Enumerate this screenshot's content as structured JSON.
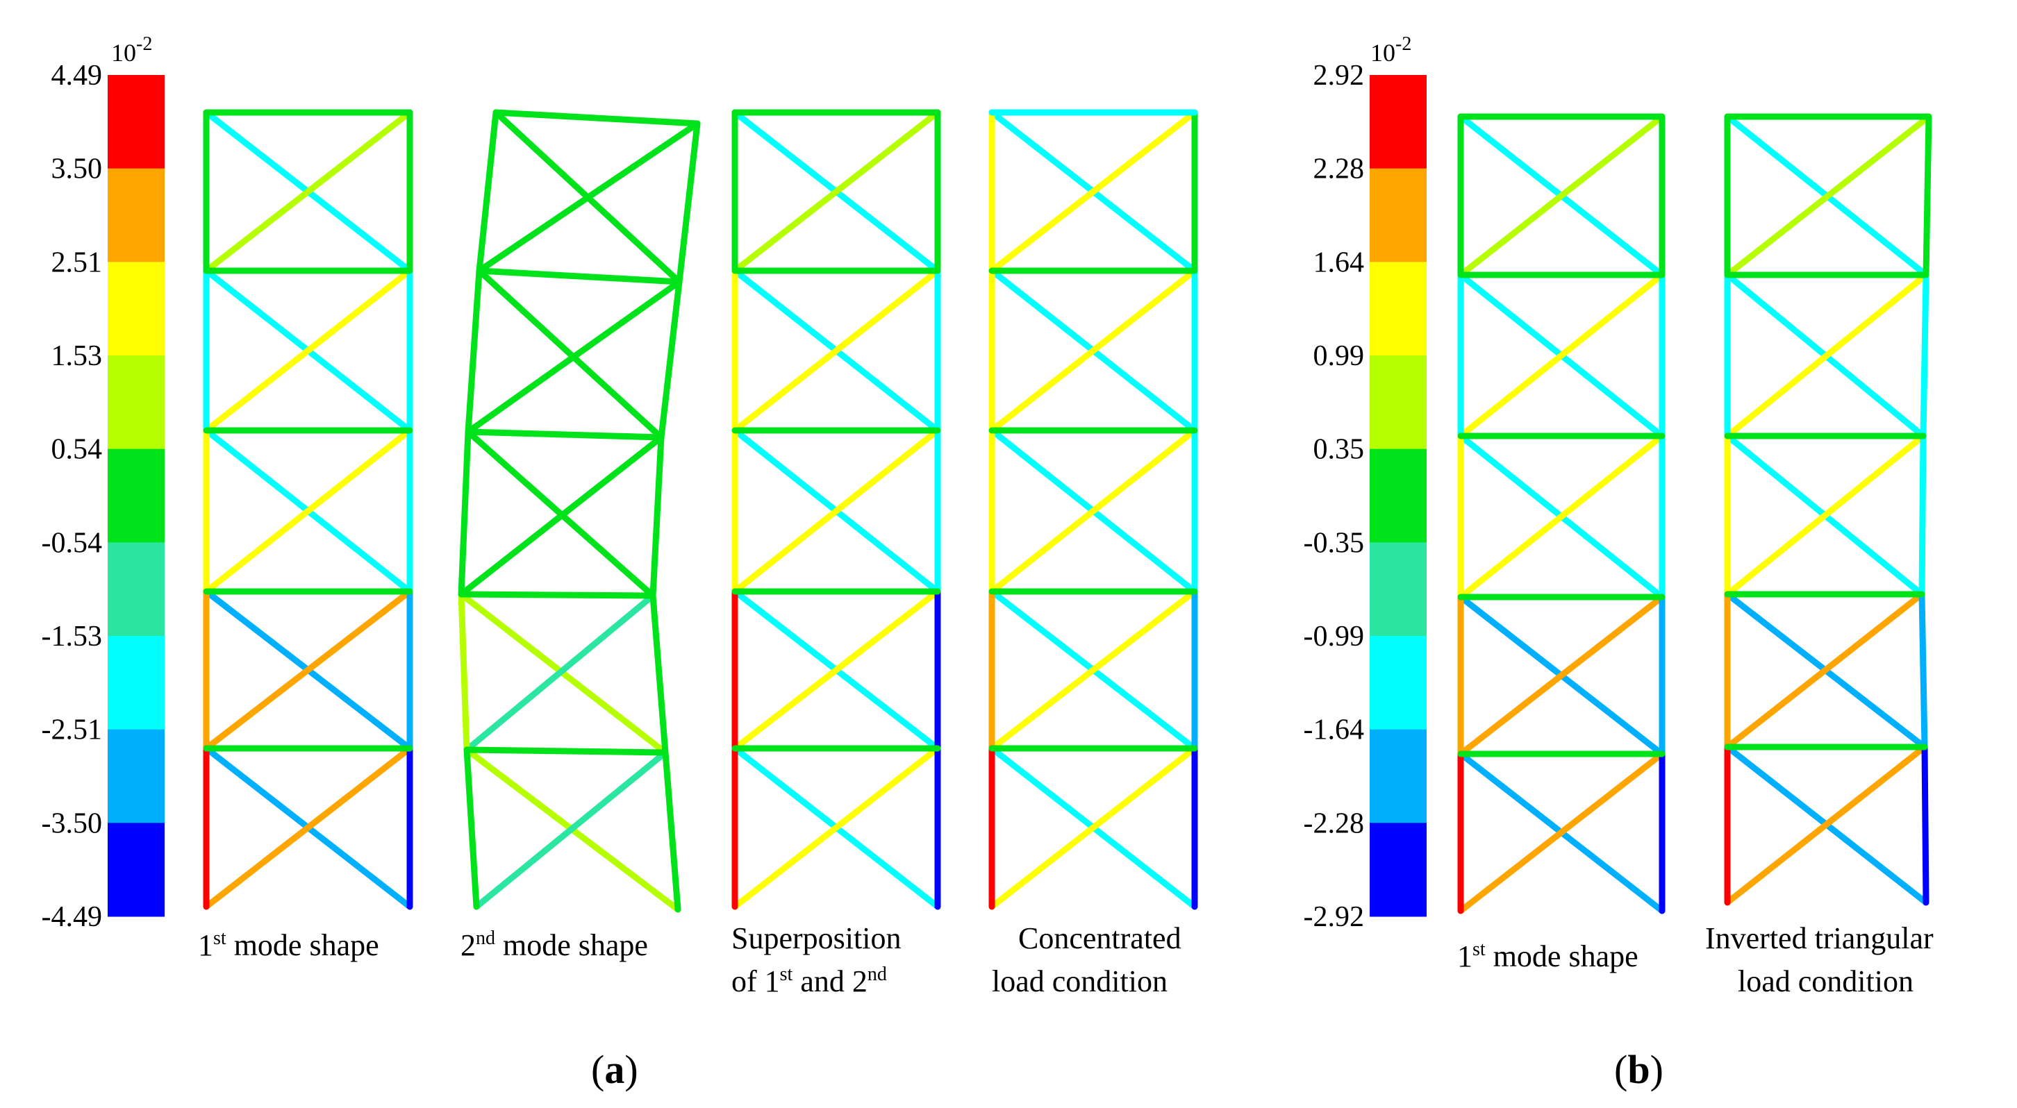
{
  "figure": {
    "panel_a": {
      "label": "(a)",
      "scale": {
        "exponent": "10-2",
        "ticks": [
          "4.49",
          "3.50",
          "2.51",
          "1.53",
          "0.54",
          "-0.54",
          "-1.53",
          "-2.51",
          "-3.50",
          "-4.49"
        ]
      },
      "captions": [
        "1st mode shape",
        "2nd mode shape",
        "Superposition of 1st and 2nd",
        "Concentrated load condition"
      ]
    },
    "panel_b": {
      "label": "(b)",
      "scale": {
        "exponent": "10-2",
        "ticks": [
          "2.92",
          "2.28",
          "1.64",
          "0.99",
          "0.35",
          "-0.35",
          "-0.99",
          "-1.64",
          "-2.28",
          "-2.92"
        ]
      },
      "captions": [
        "1st mode shape",
        "Inverted triangular load condition"
      ]
    },
    "colorbar_colors": [
      "#ff0000",
      "#ffa500",
      "#ffff00",
      "#b5ff00",
      "#00e21a",
      "#2be6a0",
      "#00ffff",
      "#00b0ff",
      "#0000ff"
    ],
    "member_colors": {
      "red": "#ff0000",
      "orange": "#ffa500",
      "yellow": "#ffff00",
      "lime": "#b5ff00",
      "green": "#00e21a",
      "teal": "#2be6a0",
      "cyan": "#00ffff",
      "lightblue": "#00b0ff",
      "blue": "#0000ff"
    }
  }
}
